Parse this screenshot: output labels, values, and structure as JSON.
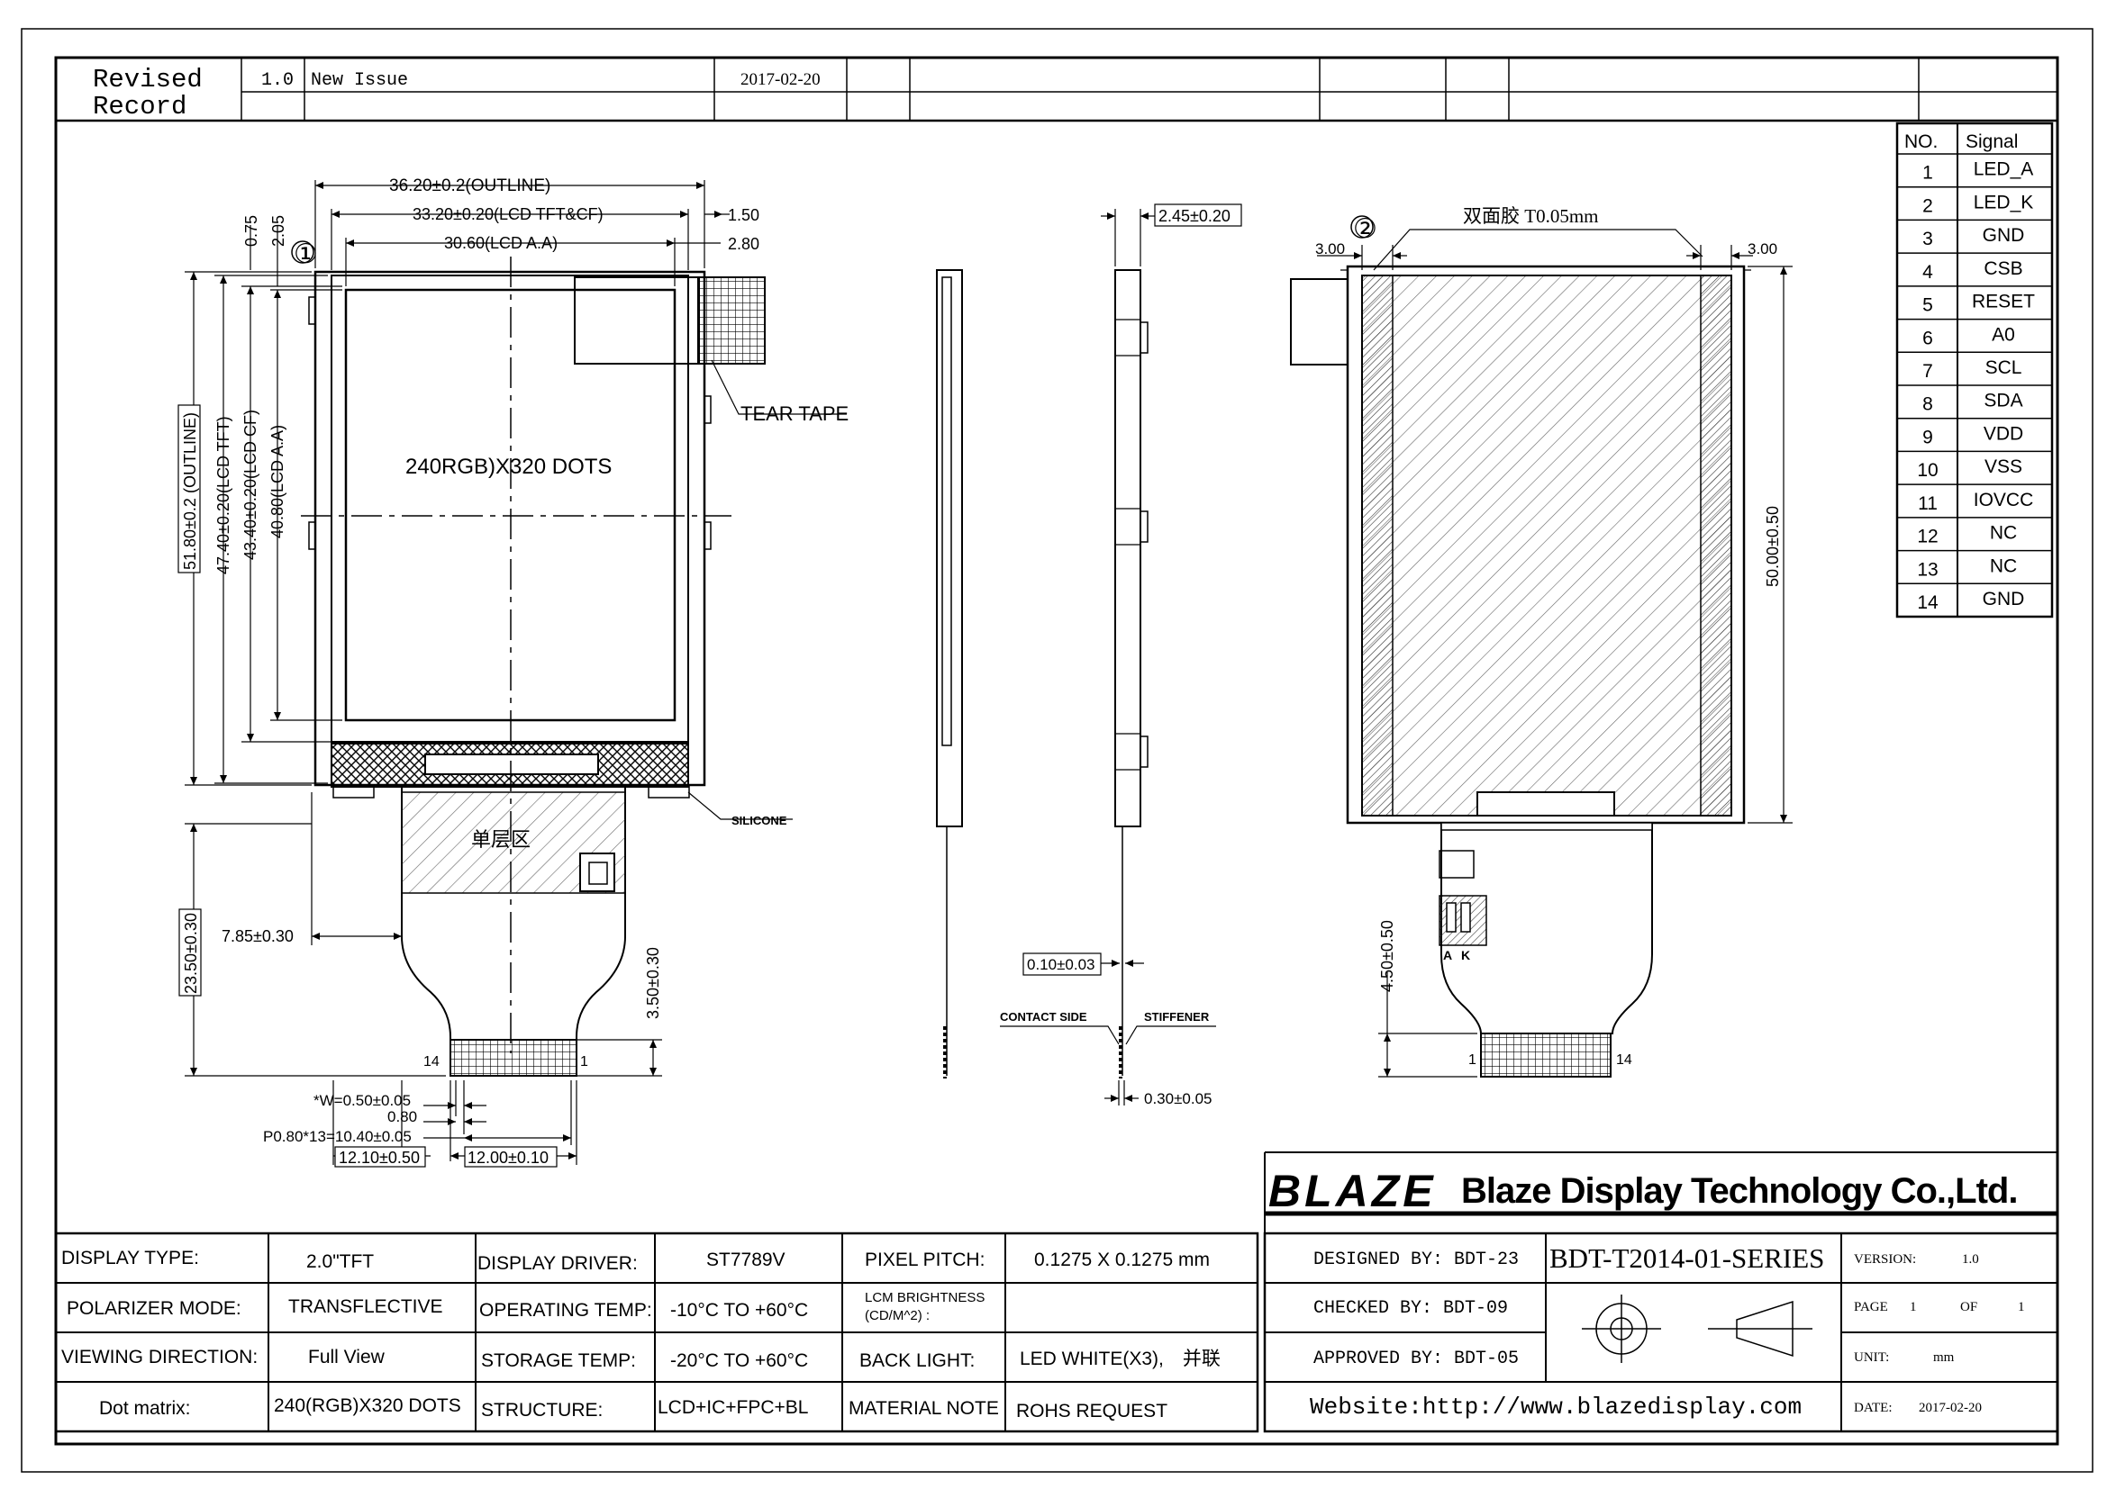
{
  "revision": {
    "label_line1": "Revised",
    "label_line2": "Record",
    "version": "1.0",
    "description": "New Issue",
    "date": "2017-02-20"
  },
  "front_view": {
    "outline_width": "36.20±0.2(OUTLINE)",
    "lcd_tft_cf_width": "33.20±0.20(LCD TFT&CF)",
    "lcd_aa_width": "30.60(LCD A.A)",
    "right_offset_1": "1.50",
    "right_offset_2": "2.80",
    "top_offset_1": "0.75",
    "top_offset_2": "2.05",
    "callout_1": "①",
    "outline_height": "51.80±0.2 (OUTLINE)",
    "lcd_tft_height": "47.40±0.20(LCD TFT)",
    "lcd_cf_height": "43.40±0.20(LCD CF)",
    "lcd_aa_height": "40.80(LCD A.A)",
    "resolution": "240RGB)X320 DOTS",
    "tear_tape": "TEAR TAPE",
    "silicone": "SILICONE",
    "single_layer": "单层区",
    "fpc_length": "23.50±0.30",
    "fpc_offset": "7.85±0.30",
    "fpc_gap": "3.50±0.30",
    "pin_left": "14",
    "pin_right": "1",
    "pin_width": "*W=0.50±0.05",
    "pin_space": "0.80",
    "pin_pitch": "P0.80*13=10.40±0.05",
    "fpc_width_left": "12.10±0.50",
    "fpc_width_right": "12.00±0.10"
  },
  "side_view": {
    "thickness": "2.45±0.20",
    "fpc_thickness": "0.10±0.03",
    "contact_side": "CONTACT SIDE",
    "stiffener": "STIFFENER",
    "stiffener_thickness": "0.30±0.05"
  },
  "back_view": {
    "callout_2": "②",
    "tape_note": "双面胶 T0.05mm",
    "left_margin": "3.00",
    "right_margin": "3.00",
    "height": "50.00±0.50",
    "led_gap": "4.50±0.50",
    "anode": "A",
    "cathode": "K",
    "pin_left": "1",
    "pin_right": "14"
  },
  "pin_table": {
    "header_no": "NO.",
    "header_signal": "Signal",
    "rows": [
      {
        "no": "1",
        "signal": "LED_A"
      },
      {
        "no": "2",
        "signal": "LED_K"
      },
      {
        "no": "3",
        "signal": "GND"
      },
      {
        "no": "4",
        "signal": "CSB"
      },
      {
        "no": "5",
        "signal": "RESET"
      },
      {
        "no": "6",
        "signal": "A0"
      },
      {
        "no": "7",
        "signal": "SCL"
      },
      {
        "no": "8",
        "signal": "SDA"
      },
      {
        "no": "9",
        "signal": "VDD"
      },
      {
        "no": "10",
        "signal": "VSS"
      },
      {
        "no": "11",
        "signal": "IOVCC"
      },
      {
        "no": "12",
        "signal": "NC"
      },
      {
        "no": "13",
        "signal": "NC"
      },
      {
        "no": "14",
        "signal": "GND"
      }
    ]
  },
  "company": {
    "logo": "BLAZE",
    "name": "Blaze Display Technology Co.,Ltd."
  },
  "title_block": {
    "designed": "DESIGNED BY: BDT-23",
    "checked": "CHECKED BY:  BDT-09",
    "approved": "APPROVED BY: BDT-05",
    "part_no": "BDT-T2014-01-SERIES",
    "website": "Website:http://www.blazedisplay.com",
    "version_label": "VERSION:",
    "version": "1.0",
    "page_label": "PAGE",
    "page": "1",
    "of_label": "OF",
    "of": "1",
    "unit_label": "UNIT:",
    "unit": "mm",
    "date_label": "DATE:",
    "date": "2017-02-20"
  },
  "spec_table": {
    "display_type_label": "DISPLAY TYPE:",
    "display_type": "2.0\"TFT",
    "display_driver_label": "DISPLAY DRIVER:",
    "display_driver": "ST7789V",
    "pixel_pitch_label": "PIXEL PITCH:",
    "pixel_pitch": "0.1275 X 0.1275 mm",
    "polarizer_label": "POLARIZER MODE:",
    "polarizer": "TRANSFLECTIVE",
    "operating_temp_label": "OPERATING TEMP:",
    "operating_temp": "-10°C TO +60°C",
    "brightness_label_1": "LCM BRIGHTNESS",
    "brightness_label_2": "(CD/M^2) :",
    "viewing_label": "VIEWING DIRECTION:",
    "viewing": "Full View",
    "storage_temp_label": "STORAGE TEMP:",
    "storage_temp": "-20°C TO +60°C",
    "backlight_label": "BACK LIGHT:",
    "backlight": "LED WHITE(X3),　并联",
    "dot_matrix_label": "Dot matrix:",
    "dot_matrix": "240(RGB)X320 DOTS",
    "structure_label": "STRUCTURE:",
    "structure": "LCD+IC+FPC+BL",
    "material_label": "MATERIAL NOTE",
    "material": "ROHS REQUEST"
  }
}
